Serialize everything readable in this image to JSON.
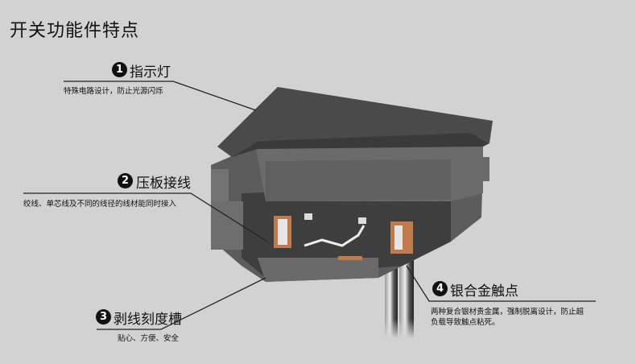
{
  "title": "开关功能件特点",
  "callouts": [
    {
      "number": "1",
      "title": "指示灯",
      "desc": "特殊电路设计，防止光源闪烁"
    },
    {
      "number": "2",
      "title": "压板接线",
      "desc": "绞线、单芯线及不同的线径的线材能同时接入"
    },
    {
      "number": "3",
      "title": "剥线刻度槽",
      "desc": "贴心、方便、安全"
    },
    {
      "number": "4",
      "title": "银合金触点",
      "desc_lines": [
        "两种复合银材贵金属，强制脱离设计，防止超",
        "负载导致触点粘死。"
      ]
    }
  ],
  "colors": {
    "background": "#d2d2d2",
    "body": "#5a5a5a",
    "plate": "#4a4a4a",
    "contact": "#c87a4a"
  }
}
